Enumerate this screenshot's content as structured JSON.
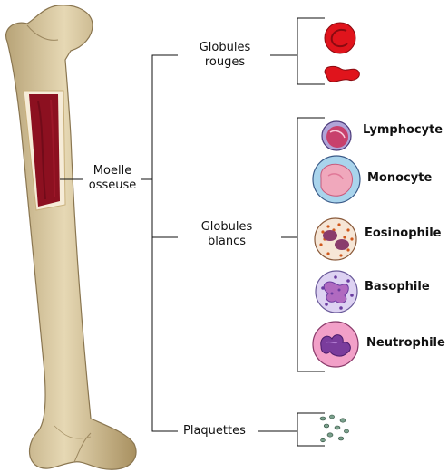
{
  "labels": {
    "bone_marrow": [
      "Moelle",
      "osseuse"
    ],
    "red_cells": [
      "Globules",
      "rouges"
    ],
    "white_cells": [
      "Globules",
      "blancs"
    ],
    "platelets": "Plaquettes",
    "lymphocyte": "Lymphocyte",
    "monocyte": "Monocyte",
    "eosinophil": "Eosinophile",
    "basophil": "Basophile",
    "neutrophil": "Neutrophile"
  },
  "icons": {
    "bone": "femur-bone-icon",
    "marrow": "bone-marrow-icon",
    "red_cell_front": "red-blood-cell-front-icon",
    "red_cell_side": "red-blood-cell-side-icon",
    "lymphocyte": "lymphocyte-cell-icon",
    "monocyte": "monocyte-cell-icon",
    "eosinophil": "eosinophil-cell-icon",
    "basophil": "basophil-cell-icon",
    "neutrophil": "neutrophil-cell-icon",
    "platelets": "platelets-icon"
  },
  "colors": {
    "bone": "#d9c9a0",
    "marrow": "#8c1020",
    "red_cell": "#e0141c",
    "lymphocyte_nucleus": "#c8406c",
    "monocyte_cytoplasm": "#a9d4ec",
    "eosinophil_granules": "#d0581c",
    "basophil_granules": "#6a3ca0",
    "neutrophil_cytoplasm": "#f2a0c8",
    "nucleus_purple": "#7a3c9c",
    "platelets": "#7aa08c"
  }
}
